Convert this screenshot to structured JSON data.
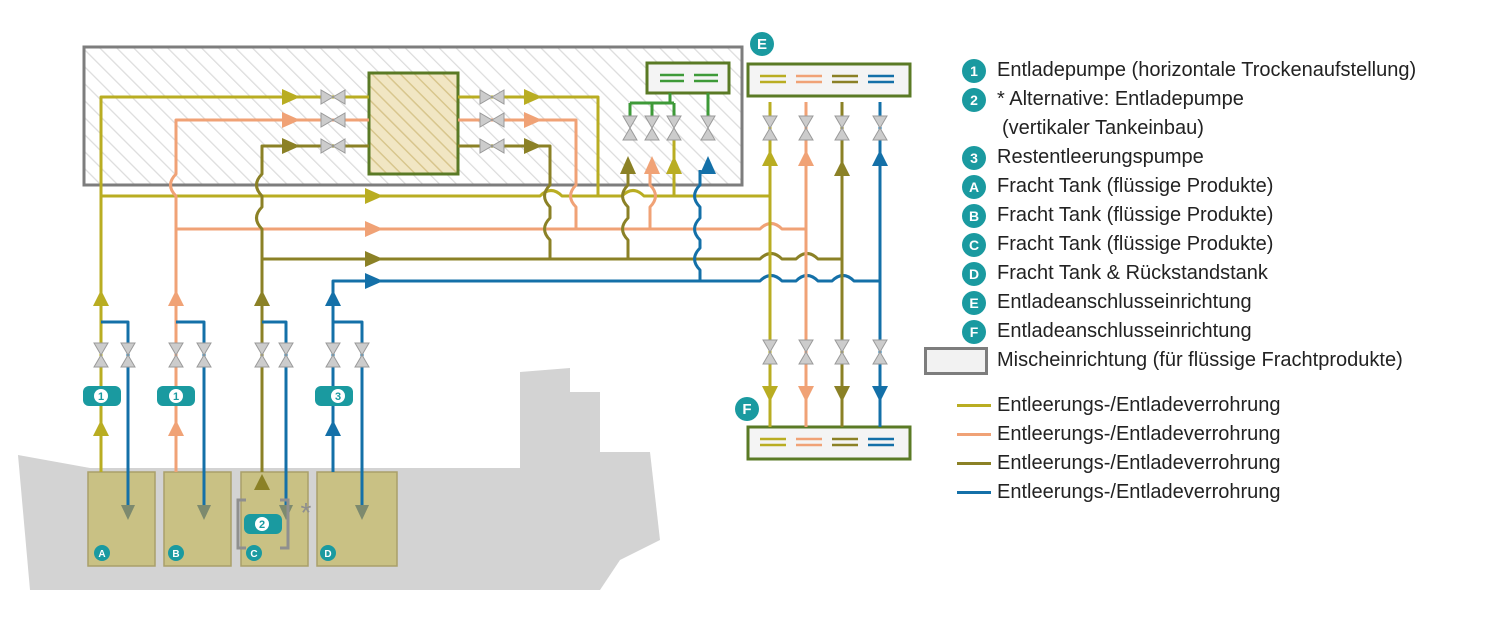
{
  "colors": {
    "yellow": "#b9ad22",
    "orange": "#f0a276",
    "olive": "#8b8126",
    "blue": "#1470a8",
    "green": "#3e9a38",
    "teal": "#1a9aa0",
    "tank": "#c9c184",
    "ship": "#d3d3d3",
    "mixer_border": "#7d7d7d",
    "manifold_border": "#5a7a25"
  },
  "markers": {
    "E": "E",
    "F": "F",
    "tank_A": "A",
    "tank_B": "B",
    "tank_C": "C",
    "tank_D": "D",
    "pump_1a": "1",
    "pump_1b": "1",
    "pump_2": "2",
    "pump_3": "3",
    "alt_star": "*"
  },
  "legend": [
    {
      "icon": "1",
      "icon_name": "pump-1-icon",
      "label": "Entladepumpe (horizontale Trockenaufstellung)"
    },
    {
      "icon": "2",
      "icon_name": "pump-2-icon",
      "label": "* Alternative: Entladepumpe",
      "label2": "(vertikaler Tankeinbau)"
    },
    {
      "icon": "3",
      "icon_name": "pump-3-icon",
      "label": "Restentleerungspumpe"
    },
    {
      "icon": "A",
      "icon_name": "tank-a-icon",
      "label": "Fracht Tank (flüssige Produkte)"
    },
    {
      "icon": "B",
      "icon_name": "tank-b-icon",
      "label": "Fracht Tank (flüssige Produkte)"
    },
    {
      "icon": "C",
      "icon_name": "tank-c-icon",
      "label": "Fracht Tank (flüssige Produkte)"
    },
    {
      "icon": "D",
      "icon_name": "tank-d-icon",
      "label": "Fracht Tank & Rückstandstank"
    },
    {
      "icon": "E",
      "icon_name": "manifold-e-icon",
      "label": "Entladeanschlusseinrichtung"
    },
    {
      "icon": "F",
      "icon_name": "manifold-f-icon",
      "label": "Entladeanschlusseinrichtung"
    }
  ],
  "legend_mixer": {
    "label": "Mischeinrichtung (für flüssige Frachtprodukte)"
  },
  "legend_lines": [
    {
      "color": "#b9ad22",
      "label": "Entleerungs-/Entladeverrohrung"
    },
    {
      "color": "#f0a276",
      "label": "Entleerungs-/Entladeverrohrung"
    },
    {
      "color": "#8b8126",
      "label": "Entleerungs-/Entladeverrohrung"
    },
    {
      "color": "#1470a8",
      "label": "Entleerungs-/Entladeverrohrung"
    }
  ]
}
